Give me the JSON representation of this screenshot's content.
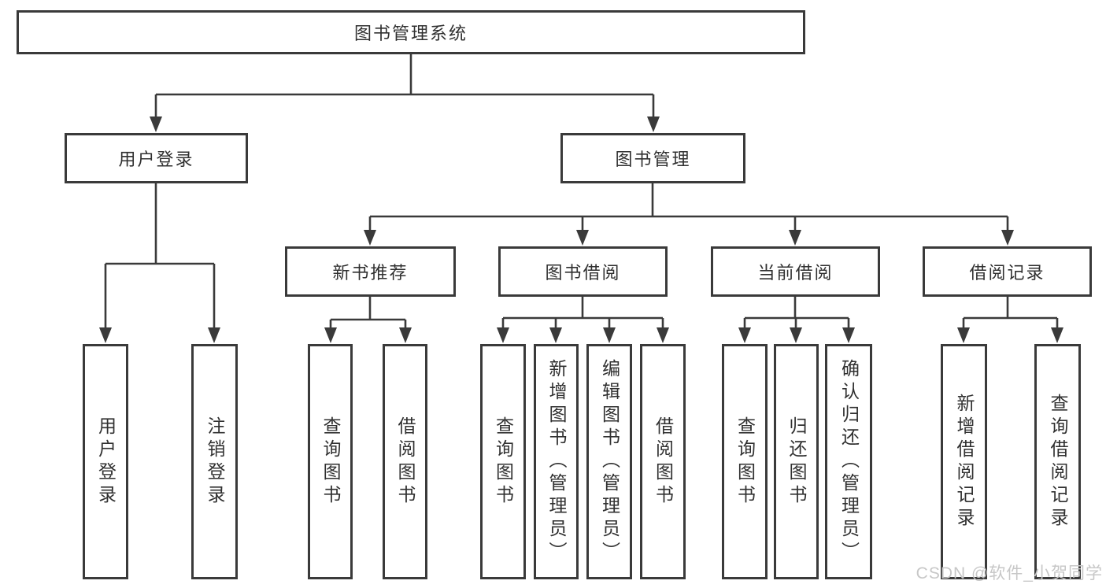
{
  "watermark": "CSDN @软件_小贺同学",
  "colors": {
    "line": "#3a3a3a",
    "text": "#303030",
    "watermark": "#c7c7c7",
    "background": "#ffffff"
  },
  "tree": {
    "label": "图书管理系统",
    "children": [
      {
        "label": "用户登录",
        "children": [
          {
            "label": "用户登录"
          },
          {
            "label": "注销登录"
          }
        ]
      },
      {
        "label": "图书管理",
        "children": [
          {
            "label": "新书推荐",
            "children": [
              {
                "label": "查询图书"
              },
              {
                "label": "借阅图书"
              }
            ]
          },
          {
            "label": "图书借阅",
            "children": [
              {
                "label": "查询图书"
              },
              {
                "label": "新增图书（管理员）"
              },
              {
                "label": "编辑图书（管理员）"
              },
              {
                "label": "借阅图书"
              }
            ]
          },
          {
            "label": "当前借阅",
            "children": [
              {
                "label": "查询图书"
              },
              {
                "label": "归还图书"
              },
              {
                "label": "确认归还（管理员）"
              }
            ]
          },
          {
            "label": "借阅记录",
            "children": [
              {
                "label": "新增借阅记录"
              },
              {
                "label": "查询借阅记录"
              }
            ]
          }
        ]
      }
    ]
  }
}
